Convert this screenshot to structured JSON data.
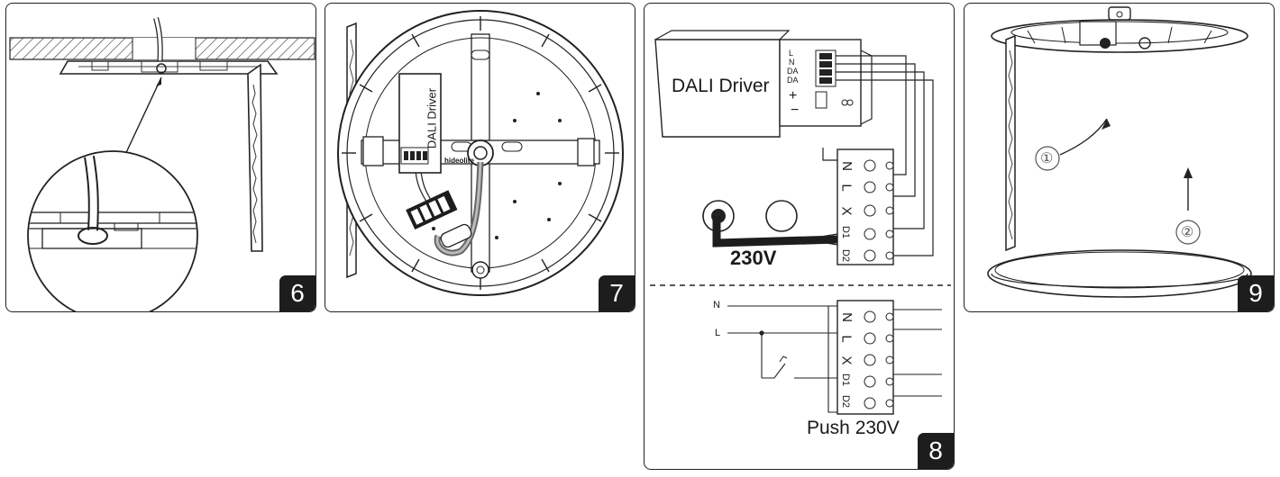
{
  "steps": [
    {
      "number": "6"
    },
    {
      "number": "7",
      "driver_label": "DALI Driver",
      "brand_label": "hideolite"
    },
    {
      "number": "8",
      "driver_label": "DALI Driver",
      "driver_pins": [
        "L",
        "N",
        "DA",
        "DA"
      ],
      "supply_label": "230V",
      "terminal_labels": [
        "N",
        "L",
        "X",
        "D1",
        "D2"
      ],
      "line_labels": [
        "N",
        "L"
      ],
      "push_label": "Push 230V"
    },
    {
      "number": "9",
      "callouts": [
        "①",
        "②"
      ]
    }
  ]
}
